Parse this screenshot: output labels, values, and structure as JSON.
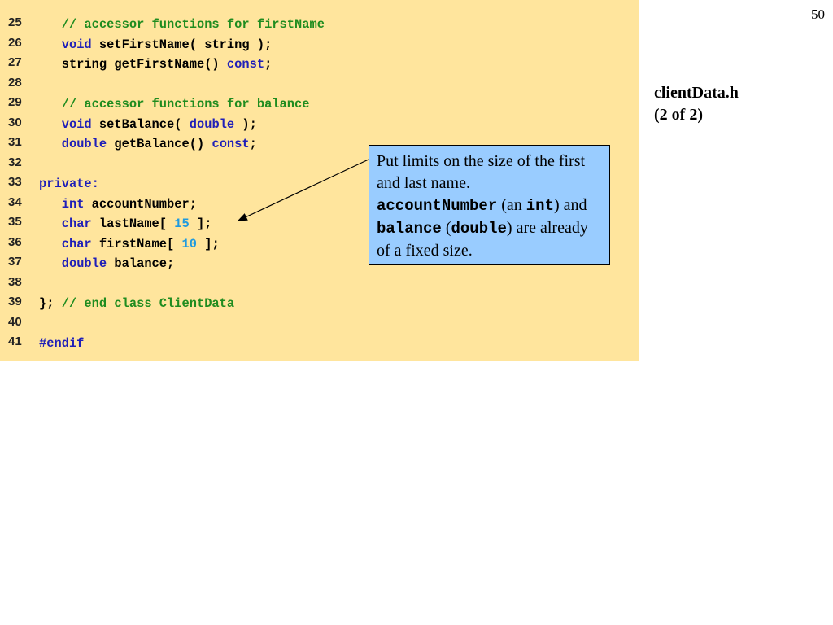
{
  "slide": {
    "page_number": "50",
    "side_title_line1": "clientData.h",
    "side_title_line2": "(2 of 2)"
  },
  "code_lines": [
    {
      "num": "25",
      "tokens": [
        {
          "t": "comment",
          "s": "   // accessor functions for firstName"
        }
      ]
    },
    {
      "num": "26",
      "tokens": [
        {
          "t": "plain",
          "s": "   "
        },
        {
          "t": "kw",
          "s": "void"
        },
        {
          "t": "plain",
          "s": " setFirstName( string );"
        }
      ]
    },
    {
      "num": "27",
      "tokens": [
        {
          "t": "plain",
          "s": "   string getFirstName() "
        },
        {
          "t": "kw",
          "s": "const"
        },
        {
          "t": "plain",
          "s": ";"
        }
      ]
    },
    {
      "num": "28",
      "tokens": []
    },
    {
      "num": "29",
      "tokens": [
        {
          "t": "comment",
          "s": "   // accessor functions for balance"
        }
      ]
    },
    {
      "num": "30",
      "tokens": [
        {
          "t": "plain",
          "s": "   "
        },
        {
          "t": "kw",
          "s": "void"
        },
        {
          "t": "plain",
          "s": " setBalance( "
        },
        {
          "t": "kw",
          "s": "double"
        },
        {
          "t": "plain",
          "s": " );"
        }
      ]
    },
    {
      "num": "31",
      "tokens": [
        {
          "t": "plain",
          "s": "   "
        },
        {
          "t": "kw",
          "s": "double"
        },
        {
          "t": "plain",
          "s": " getBalance() "
        },
        {
          "t": "kw",
          "s": "const"
        },
        {
          "t": "plain",
          "s": ";"
        }
      ]
    },
    {
      "num": "32",
      "tokens": []
    },
    {
      "num": "33",
      "tokens": [
        {
          "t": "kw",
          "s": "private:"
        }
      ]
    },
    {
      "num": "34",
      "tokens": [
        {
          "t": "plain",
          "s": "   "
        },
        {
          "t": "kw",
          "s": "int"
        },
        {
          "t": "plain",
          "s": " accountNumber;"
        }
      ]
    },
    {
      "num": "35",
      "tokens": [
        {
          "t": "plain",
          "s": "   "
        },
        {
          "t": "kw",
          "s": "char"
        },
        {
          "t": "plain",
          "s": " lastName[ "
        },
        {
          "t": "num",
          "s": "15"
        },
        {
          "t": "plain",
          "s": " ];"
        }
      ]
    },
    {
      "num": "36",
      "tokens": [
        {
          "t": "plain",
          "s": "   "
        },
        {
          "t": "kw",
          "s": "char"
        },
        {
          "t": "plain",
          "s": " firstName[ "
        },
        {
          "t": "num",
          "s": "10"
        },
        {
          "t": "plain",
          "s": " ];"
        }
      ]
    },
    {
      "num": "37",
      "tokens": [
        {
          "t": "plain",
          "s": "   "
        },
        {
          "t": "kw",
          "s": "double"
        },
        {
          "t": "plain",
          "s": " balance;"
        }
      ]
    },
    {
      "num": "38",
      "tokens": []
    },
    {
      "num": "39",
      "tokens": [
        {
          "t": "plain",
          "s": "}; "
        },
        {
          "t": "comment",
          "s": "// end class ClientData"
        }
      ]
    },
    {
      "num": "40",
      "tokens": []
    },
    {
      "num": "41",
      "tokens": [
        {
          "t": "kw",
          "s": "#endif"
        }
      ]
    }
  ],
  "callout": {
    "text_1": "Put limits on the size of the first and last name.",
    "code_1": "accountNumber",
    "text_2": " (an ",
    "code_2": "int",
    "text_3": ") and ",
    "code_3": "balance",
    "text_4": " (",
    "code_4": "double",
    "text_5": ") are already of a fixed size."
  },
  "colors": {
    "code_background": "#ffe59d",
    "callout_background": "#99ccff",
    "comment": "#1f8c1f",
    "keyword": "#1f1fb8",
    "number": "#1f9adf"
  }
}
